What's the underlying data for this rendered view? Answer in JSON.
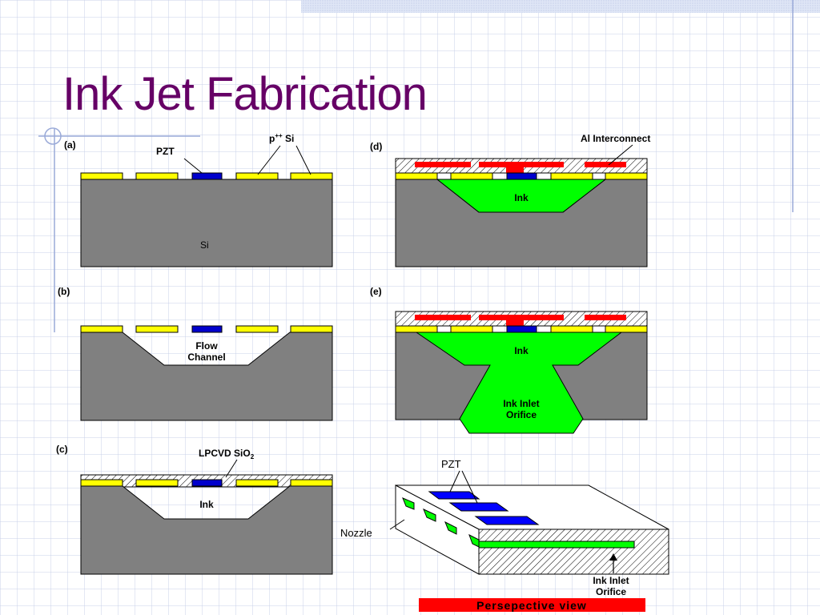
{
  "slide": {
    "title": "Ink Jet Fabrication"
  },
  "panels": {
    "a": {
      "tag": "(a)",
      "pzt_label": "PZT",
      "p_label_base": "p",
      "p_label_sup": "++",
      "p_label_tail": " Si",
      "substrate_label": "Si"
    },
    "b": {
      "tag": "(b)",
      "channel_line1": "Flow",
      "channel_line2": "Channel"
    },
    "c": {
      "tag": "(c)",
      "oxide_label_base": "LPCVD SiO",
      "oxide_label_sub": "2",
      "ink_label": "Ink"
    },
    "d": {
      "tag": "(d)",
      "interconnect_label": "Al Interconnect",
      "ink_label": "Ink"
    },
    "e": {
      "tag": "(e)",
      "ink_label": "Ink",
      "inlet_line1": "Ink Inlet",
      "inlet_line2": "Orifice"
    },
    "perspective": {
      "pzt_label": "PZT",
      "nozzle_label": "Nozzle",
      "inlet_line1": "Ink Inlet",
      "inlet_line2": "Orifice",
      "caption": "Persepective view"
    }
  },
  "colors": {
    "title": "#660066",
    "substrate": "#808080",
    "p_si": "#ffff00",
    "pzt": "#0000cc",
    "interconnect": "#ff0000",
    "ink": "#00ff00",
    "grid": "#c8d0e8",
    "caption_bg": "#ff0000"
  }
}
